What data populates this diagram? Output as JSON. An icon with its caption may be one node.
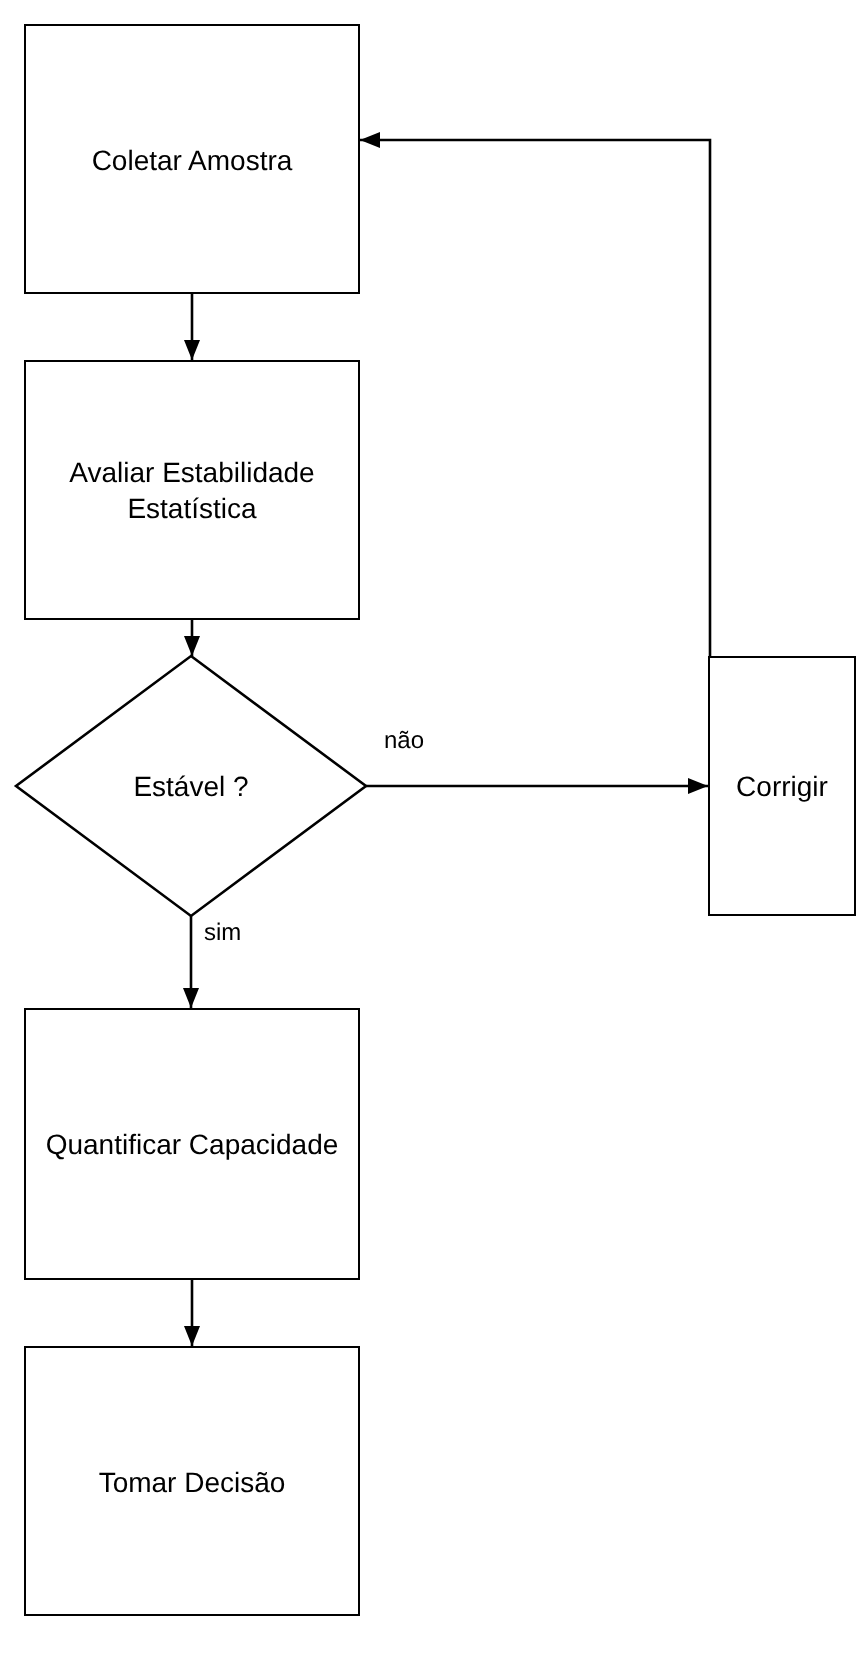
{
  "diagram": {
    "nodes": [
      {
        "text": [
          "Coletar Amostra"
        ]
      },
      {
        "text": [
          "Avaliar Estabilidade Estatística"
        ]
      },
      {
        "text": [
          "Estável ?"
        ]
      },
      {
        "text": [
          "Corrigir"
        ]
      },
      {
        "text": [
          "Quantificar Capacidade"
        ]
      },
      {
        "text": [
          "Tomar Decisão"
        ]
      }
    ],
    "edges": [
      {
        "from": 0,
        "to": 1,
        "arrow": "to"
      },
      {
        "from": 1,
        "to": 2,
        "arrow": "to"
      },
      {
        "from": 2,
        "to": 3,
        "arrow": "to",
        "label": "não"
      },
      {
        "from": 2,
        "to": 4,
        "arrow": "to",
        "label": "sim"
      },
      {
        "from": 3,
        "to": 0,
        "arrow": "to"
      },
      {
        "from": 4,
        "to": 5,
        "arrow": "to"
      }
    ]
  }
}
